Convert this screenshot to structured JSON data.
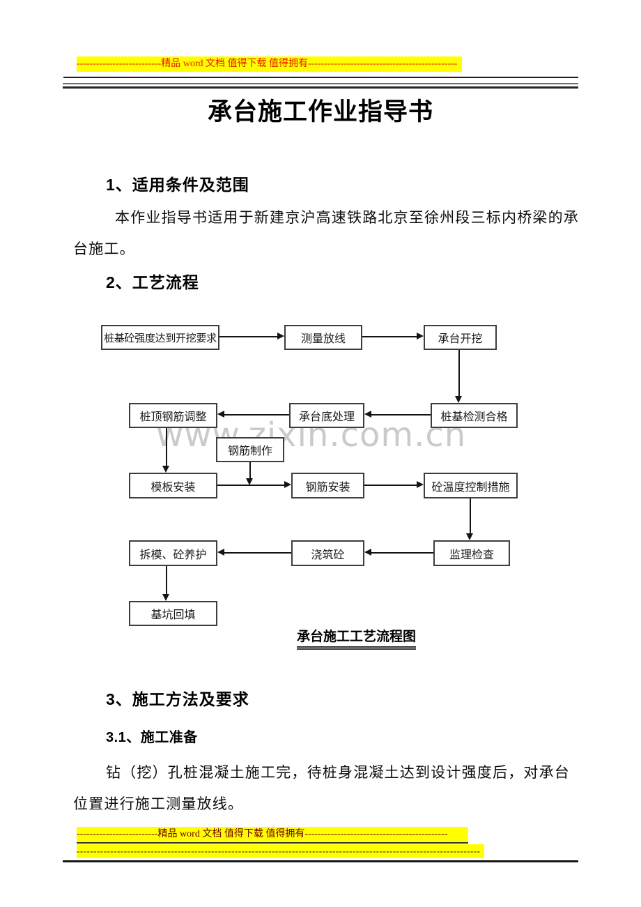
{
  "banner": {
    "top_text": "--------------------------精品 word 文档 值得下载 值得拥有----------------------------------------------",
    "bottom_text": "-------------------------精品 word 文档 值得下载 值得拥有--------------------------------------------",
    "bottom_dashes": "------------------------------------------------------------------------------------------------------------------------",
    "highlight_color": "#ffff00",
    "top_text_color": "#ee1100",
    "bottom_text_color": "#6d0000"
  },
  "document": {
    "title": "承台施工作业指导书",
    "sections": {
      "s1": {
        "heading": "1、适用条件及范围",
        "lines": [
          "本作业指导书适用于新建京沪高速铁路北京至徐州段三标内桥梁的承",
          "台施工。"
        ]
      },
      "s2": {
        "heading": "2、工艺流程"
      },
      "s3": {
        "heading": "3、施工方法及要求"
      },
      "s31": {
        "heading": "3.1、施工准备",
        "lines": [
          "钻（挖）孔桩混凝土施工完，待桩身混凝土达到设计强度后，对承台",
          "位置进行施工测量放线。"
        ]
      }
    }
  },
  "flowchart": {
    "caption": "承台施工工艺流程图",
    "watermark": "www.zixin.com.cn",
    "nodes": [
      {
        "label": "桩基砼强度达到开挖要求"
      },
      {
        "label": "测量放线"
      },
      {
        "label": "承台开挖"
      },
      {
        "label": "桩顶钢筋调整"
      },
      {
        "label": "承台底处理"
      },
      {
        "label": "桩基检测合格"
      },
      {
        "label": "钢筋制作"
      },
      {
        "label": "模板安装"
      },
      {
        "label": "钢筋安装"
      },
      {
        "label": "砼温度控制措施"
      },
      {
        "label": "拆模、砼养护"
      },
      {
        "label": "浇筑砼"
      },
      {
        "label": "监理检查"
      },
      {
        "label": "基坑回填"
      }
    ],
    "edges": [
      {
        "from": "桩基砼强度达到开挖要求",
        "to": "测量放线"
      },
      {
        "from": "测量放线",
        "to": "承台开挖"
      },
      {
        "from": "承台开挖",
        "to": "桩基检测合格"
      },
      {
        "from": "桩基检测合格",
        "to": "承台底处理"
      },
      {
        "from": "承台底处理",
        "to": "桩顶钢筋调整"
      },
      {
        "from": "桩顶钢筋调整",
        "to": "模板安装"
      },
      {
        "from": "钢筋制作",
        "to": "钢筋安装"
      },
      {
        "from": "模板安装",
        "to": "钢筋安装"
      },
      {
        "from": "钢筋安装",
        "to": "砼温度控制措施"
      },
      {
        "from": "砼温度控制措施",
        "to": "监理检查"
      },
      {
        "from": "监理检查",
        "to": "浇筑砼"
      },
      {
        "from": "浇筑砼",
        "to": "拆模、砼养护"
      },
      {
        "from": "拆模、砼养护",
        "to": "基坑回填"
      }
    ]
  }
}
